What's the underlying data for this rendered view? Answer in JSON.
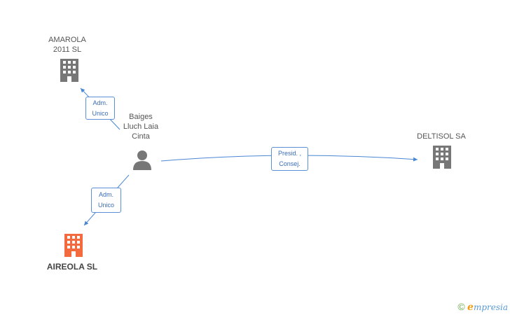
{
  "nodes": {
    "amarola": {
      "label_line1": "AMAROLA",
      "label_line2": "2011 SL",
      "type": "company",
      "color": "#777777"
    },
    "person": {
      "label_line1": "Baiges",
      "label_line2": "Lluch Laia",
      "label_line3": "Cinta",
      "type": "person",
      "color": "#777777"
    },
    "deltisol": {
      "label": "DELTISOL SA",
      "type": "company",
      "color": "#777777"
    },
    "aireola": {
      "label": "AIREOLA SL",
      "type": "company",
      "color": "#f26a3d"
    }
  },
  "edges": {
    "to_amarola": {
      "line1": "Adm.",
      "line2": "Unico"
    },
    "to_deltisol": {
      "line1": "Presid. ,",
      "line2": "Consej."
    },
    "to_aireola": {
      "line1": "Adm.",
      "line2": "Unico"
    }
  },
  "colors": {
    "edge": "#4a86d4",
    "accent_company": "#f26a3d",
    "neutral": "#777777"
  },
  "footer": {
    "copyright": "©",
    "brand_initial": "e",
    "brand_rest": "mpresia"
  }
}
